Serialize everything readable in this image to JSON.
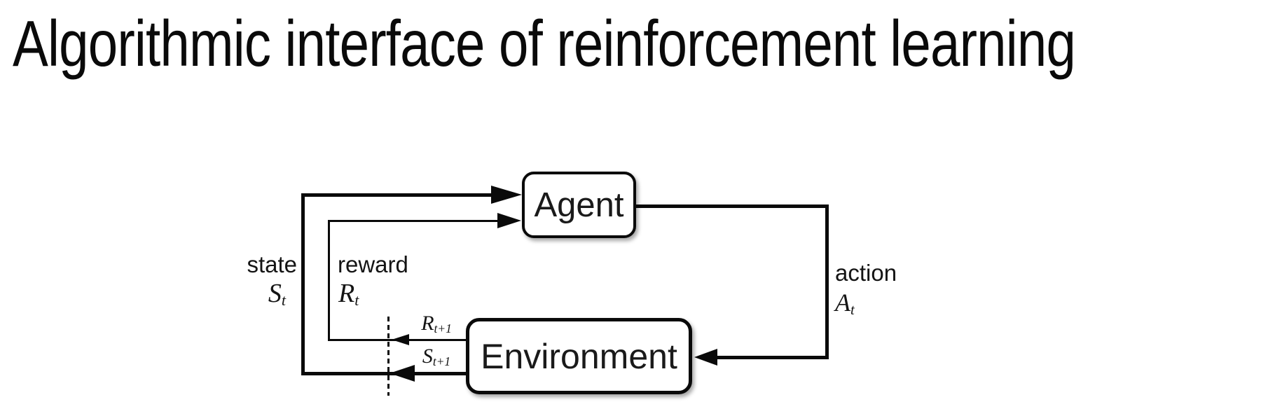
{
  "slide": {
    "title": "Algorithmic interface of reinforcement learning",
    "background_color": "#ffffff"
  },
  "diagram": {
    "nodes": {
      "agent": {
        "label": "Agent"
      },
      "environment": {
        "label": "Environment"
      }
    },
    "signals": {
      "state": {
        "label": "state",
        "symbol": {
          "base": "S",
          "sub": "t"
        }
      },
      "reward": {
        "label": "reward",
        "symbol": {
          "base": "R",
          "sub": "t"
        }
      },
      "action": {
        "label": "action",
        "symbol": {
          "base": "A",
          "sub": "t"
        }
      },
      "next_reward": {
        "symbol": {
          "base": "R",
          "sub": "t+1"
        }
      },
      "next_state": {
        "symbol": {
          "base": "S",
          "sub": "t+1"
        }
      }
    },
    "colors": {
      "line": "#0a0a0a",
      "node_border": "#0a0a0a",
      "node_fill": "#ffffff",
      "text": "#141414",
      "background": "#ffffff"
    }
  }
}
